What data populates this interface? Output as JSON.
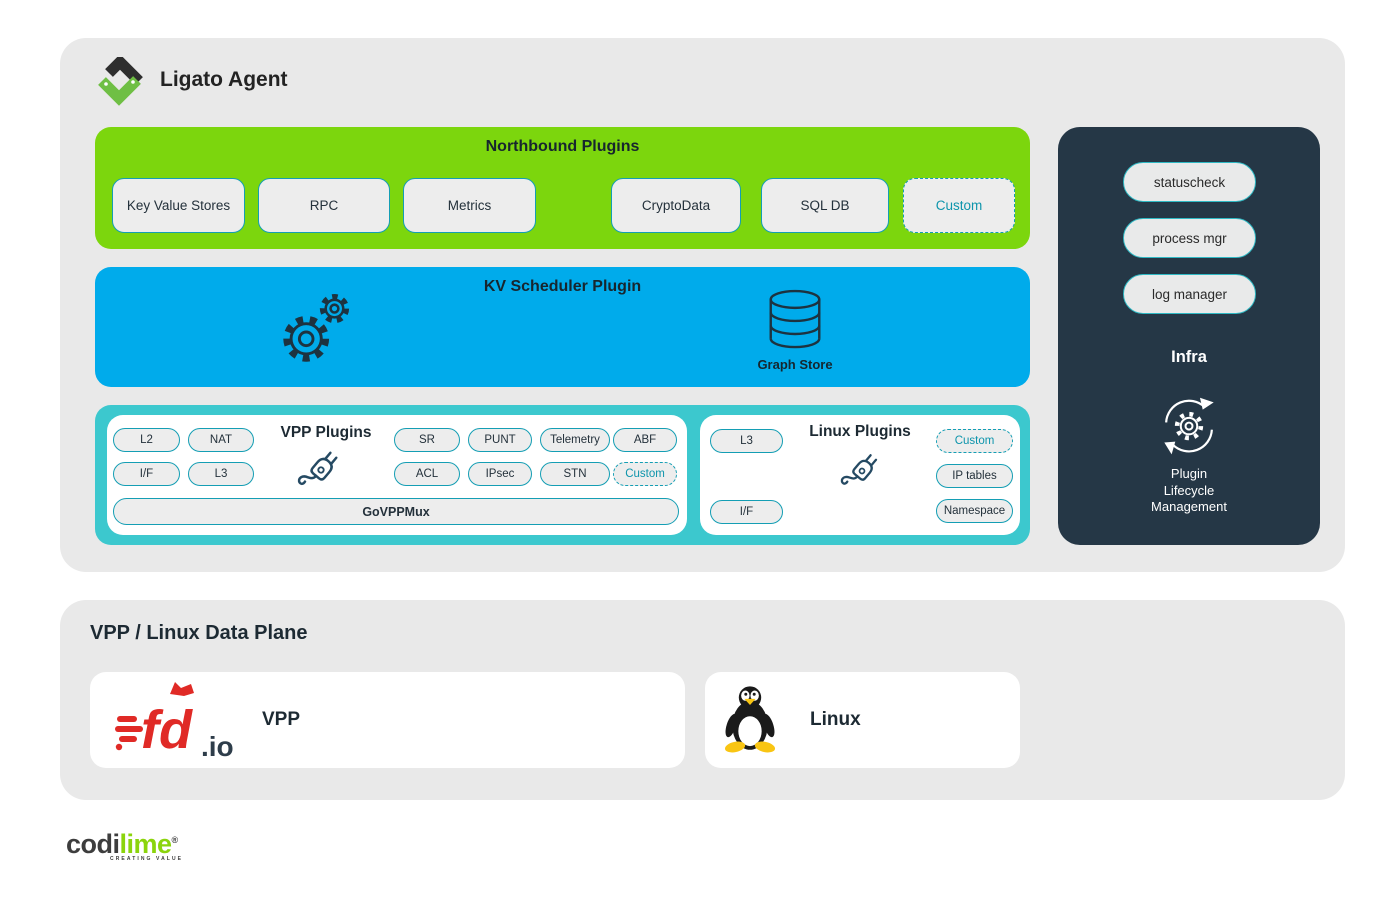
{
  "header": {
    "title": "Ligato Agent"
  },
  "northbound": {
    "title": "Northbound Plugins",
    "items": [
      "Key Value Stores",
      "RPC",
      "Metrics",
      "CryptoData",
      "SQL DB",
      "Custom"
    ]
  },
  "kv_scheduler": {
    "title": "KV Scheduler Plugin",
    "graph_store_label": "Graph Store"
  },
  "vpp_plugins": {
    "title": "VPP Plugins",
    "left_chips": [
      "L2",
      "NAT",
      "I/F",
      "L3"
    ],
    "right_chips": [
      "SR",
      "PUNT",
      "Telemetry",
      "ABF",
      "ACL",
      "IPsec",
      "STN",
      "Custom"
    ],
    "bus_label": "GoVPPMux"
  },
  "linux_plugins": {
    "title": "Linux Plugins",
    "left_chips": [
      "L3",
      "I/F"
    ],
    "right_chips": [
      "Custom",
      "IP tables",
      "Namespace"
    ]
  },
  "infra": {
    "title": "Infra",
    "pills": [
      "statuscheck",
      "process mgr",
      "log manager"
    ],
    "lifecycle_lines": [
      "Plugin",
      "Lifecycle",
      "Management"
    ]
  },
  "data_plane": {
    "title": "VPP / Linux Data Plane",
    "vpp_label": "VPP",
    "linux_label": "Linux",
    "fdio_fd": "fd",
    "fdio_io": ".io"
  },
  "footer": {
    "brand_primary": "codi",
    "brand_accent": "lime",
    "registered": "®",
    "tagline": "CREATING VALUE"
  },
  "icons": {
    "logo": "ligato-diamond-check",
    "scheduler": "gears",
    "store": "database-cylinder",
    "plugins": "plug",
    "lifecycle": "gear-cycle-arrows",
    "vpp": "fdio-logo",
    "linux": "tux-penguin"
  },
  "colors": {
    "section_bg": "#E9E9E9",
    "lime": "#7CD60D",
    "blue": "#00ABEB",
    "teal": "#3CC8CE",
    "navy": "#253746",
    "chip_border": "#149EB4",
    "custom_text": "#0E95AC",
    "fdio_red": "#E02A26"
  }
}
